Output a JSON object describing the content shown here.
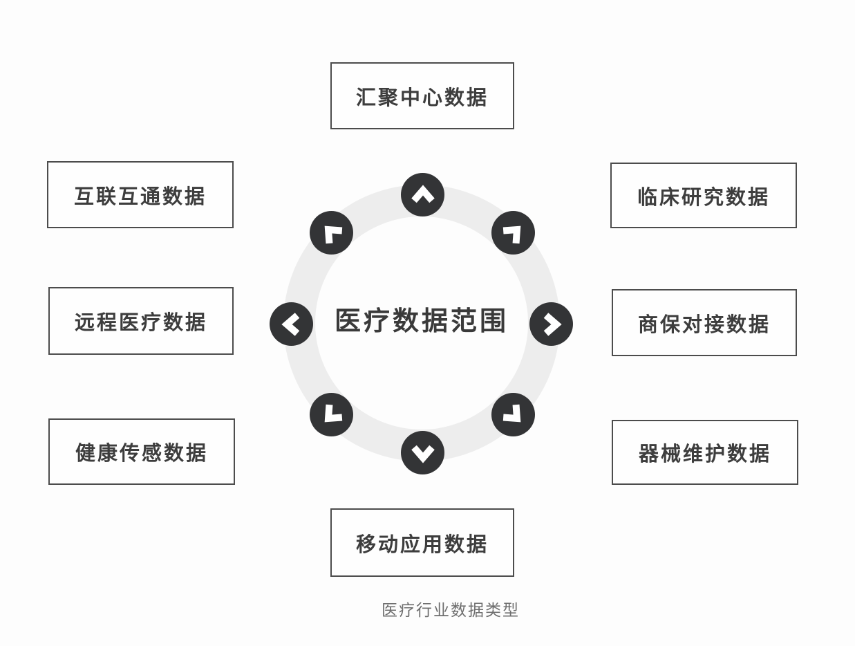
{
  "diagram": {
    "center_label": "医疗数据范围",
    "caption": "医疗行业数据类型",
    "nodes": [
      {
        "position": "top",
        "label": "汇聚中心数据"
      },
      {
        "position": "top-right",
        "label": "临床研究数据"
      },
      {
        "position": "right",
        "label": "商保对接数据"
      },
      {
        "position": "bottom-right",
        "label": "器械维护数据"
      },
      {
        "position": "bottom",
        "label": "移动应用数据"
      },
      {
        "position": "bottom-left",
        "label": "健康传感数据"
      },
      {
        "position": "left",
        "label": "远程医疗数据"
      },
      {
        "position": "top-left",
        "label": "互联互通数据"
      }
    ],
    "arrows": [
      "arrow-up-icon",
      "arrow-up-right-icon",
      "arrow-right-icon",
      "arrow-down-right-icon",
      "arrow-down-icon",
      "arrow-down-left-icon",
      "arrow-left-icon",
      "arrow-up-left-icon"
    ],
    "colors": {
      "badge": "#333436",
      "badge_arrow": "#ffffff",
      "ring": "#ededed",
      "box_border": "#4c4c4c",
      "box_text": "#3d3d3d",
      "center_text": "#3a3a3a",
      "caption_text": "#6e6e6e",
      "background": "#fdfdfd"
    }
  }
}
